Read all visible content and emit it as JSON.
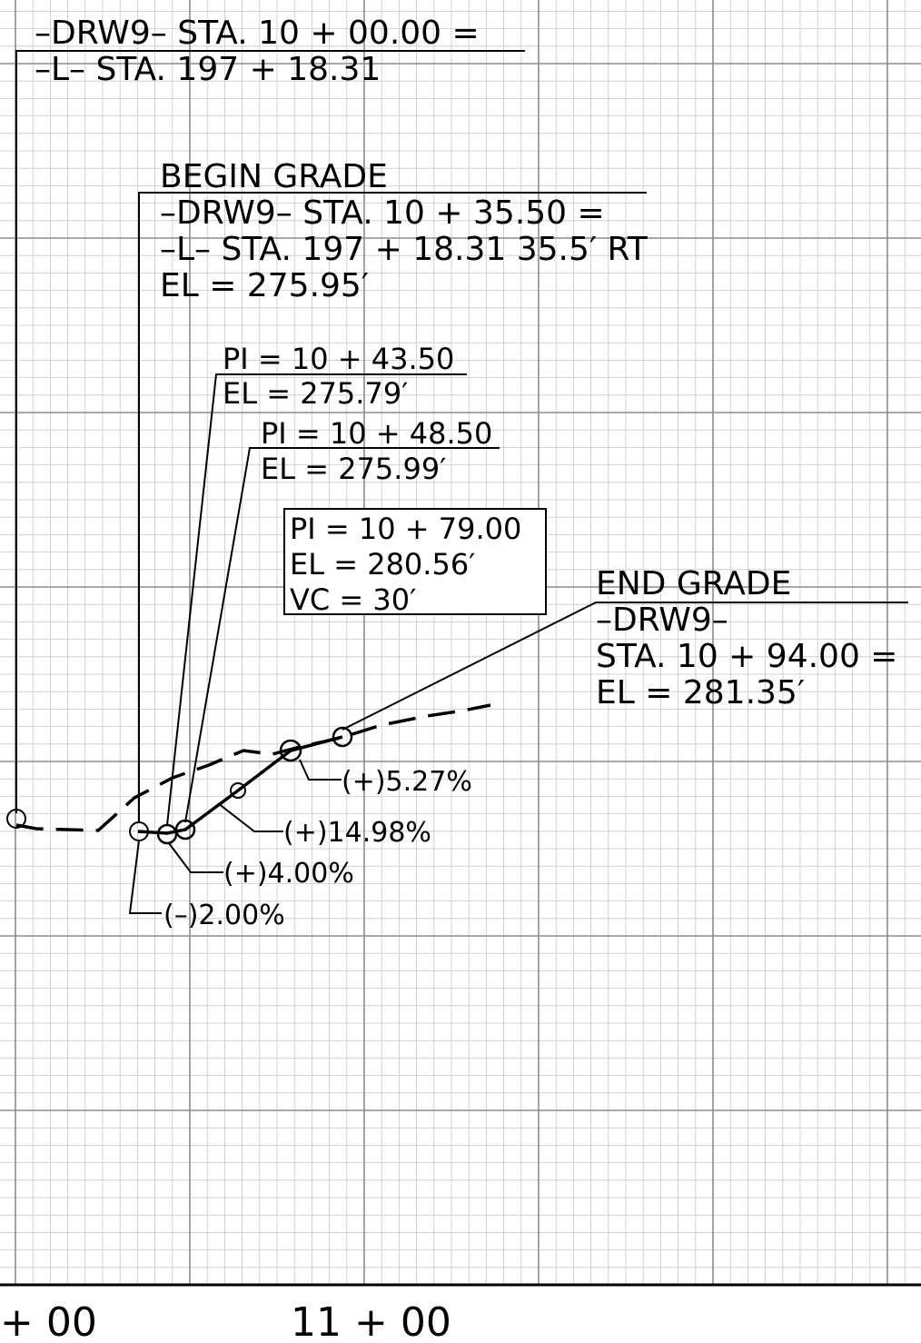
{
  "drawing_frame": {
    "line_color": "#000000",
    "grid_minor_color": "#c8c8c8",
    "grid_major_color": "#8c8c8c",
    "background": "#ffffff"
  },
  "tie_label": {
    "line1": "–DRW9–  STA. 10 + 00.00   =",
    "line2": "–L–  STA. 197 + 18.31"
  },
  "begin_grade": {
    "title": "BEGIN   GRADE",
    "line1": "–DRW9–  STA. 10 + 35.50   =",
    "line2": "–L–  STA. 197 + 18.31  35.5′ RT",
    "line3": "EL  =    275.95′"
  },
  "pi_1": {
    "pi": "PI  =    10 + 43.50",
    "el": "EL  =    275.79′"
  },
  "pi_2": {
    "pi": "PI  =    10 + 48.50",
    "el": "EL  =    275.99′"
  },
  "pi_3": {
    "pi": "PI  =    10 + 79.00",
    "el": "EL  =    280.56′",
    "vc": "VC   =    30′"
  },
  "end_grade": {
    "title": "END   GRADE",
    "line1": "–DRW9–",
    "line2": "STA. 10 + 94.00   =",
    "line3": "EL  =    281.35′"
  },
  "grades": {
    "g1": "(–)2.00%",
    "g2": "(+)4.00%",
    "g3": "(+)14.98%",
    "g4": "(+)5.27%"
  },
  "stations": {
    "left": "+ 00",
    "center": "11 + 00"
  }
}
